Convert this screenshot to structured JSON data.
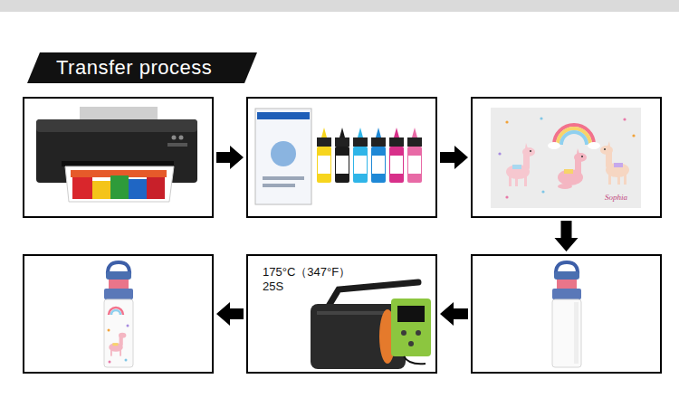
{
  "diagram": {
    "title": "Transfer process",
    "nodes": [
      {
        "text": []
      },
      {
        "text": []
      },
      {
        "text": [
          "Sophia"
        ]
      },
      {
        "text": []
      },
      {
        "text": [
          "175°C（347°F）",
          "25S"
        ]
      },
      {
        "text": []
      }
    ],
    "edges": [
      {
        "from": 0,
        "to": 1,
        "arrow": "to"
      },
      {
        "from": 1,
        "to": 2,
        "arrow": "to"
      },
      {
        "from": 2,
        "to": 3,
        "arrow": "to"
      },
      {
        "from": 3,
        "to": 4,
        "arrow": "to"
      },
      {
        "from": 4,
        "to": 5,
        "arrow": "to"
      }
    ]
  }
}
